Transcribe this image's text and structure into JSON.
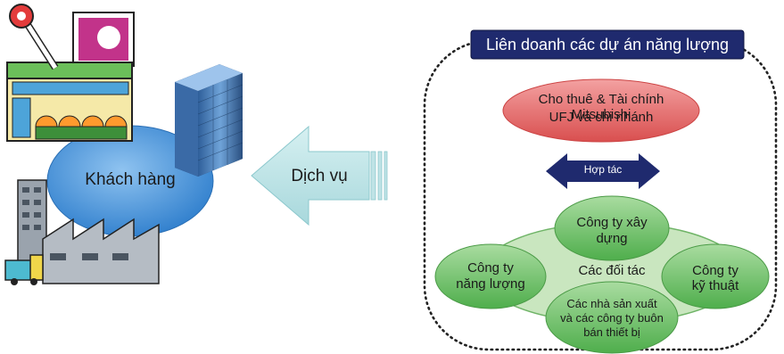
{
  "customer": {
    "label": "Khách hàng"
  },
  "service": {
    "label": "Dịch vụ"
  },
  "joint_venture": {
    "title": "Liên doanh các dự án năng lượng"
  },
  "lessor": {
    "line1": "Cho thuê & Tài chính Mitsubishi",
    "line2": "UFJ và chi nhánh"
  },
  "cooperation": {
    "label": "Hợp tác"
  },
  "partners": {
    "center": "Các đối tác",
    "construction": {
      "line1": "Công ty xây",
      "line2": "dựng"
    },
    "energy": {
      "line1": "Công ty",
      "line2": "năng lượng"
    },
    "engineering": {
      "line1": "Công ty",
      "line2": "kỹ thuật"
    },
    "equipment": {
      "line1": "Các nhà sản xuất",
      "line2": "và các công ty buôn",
      "line3": "bán thiết bị"
    }
  },
  "colors": {
    "customer_ellipse": "#3f8fd6",
    "arrow": "#bfe3e6",
    "title_box": "#1f2a6e",
    "lessor_oval": "#e86d6d",
    "partner_oval": "#6dbf6a",
    "partner_ring": "#a9d79a",
    "cooperation_arrow": "#1f2a6e"
  }
}
